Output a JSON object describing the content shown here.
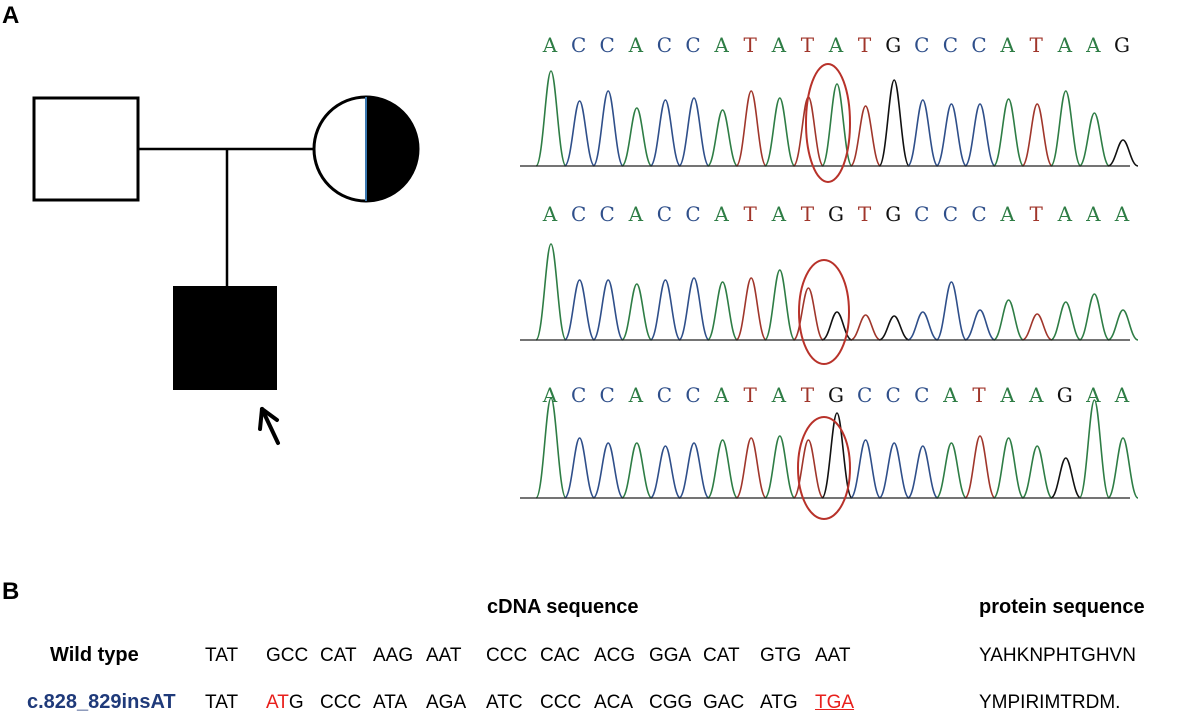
{
  "panels": {
    "a": "A",
    "b": "B"
  },
  "pedigree": {
    "colors": {
      "line": "#000000",
      "fill": "#000000",
      "divider": "#3b78b0"
    }
  },
  "chromatograms": {
    "colors": {
      "A": "#2e7d45",
      "C": "#2f4f8a",
      "G": "#111111",
      "T": "#a0362b",
      "highlight": "#b8322a"
    },
    "rows": [
      {
        "bases": [
          "A",
          "C",
          "C",
          "A",
          "C",
          "C",
          "A",
          "T",
          "A",
          "T",
          "A",
          "T",
          "G",
          "C",
          "C",
          "C",
          "A",
          "T",
          "A",
          "A",
          "G"
        ]
      },
      {
        "bases": [
          "A",
          "C",
          "C",
          "A",
          "C",
          "C",
          "A",
          "T",
          "A",
          "T",
          "G",
          "T",
          "G",
          "C",
          "C",
          "C",
          "A",
          "T",
          "A",
          "A",
          "A"
        ]
      },
      {
        "bases": [
          "A",
          "C",
          "C",
          "A",
          "C",
          "C",
          "A",
          "T",
          "A",
          "T",
          "G",
          "C",
          "C",
          "C",
          "A",
          "T",
          "A",
          "A",
          "G",
          "A",
          "A"
        ]
      }
    ]
  },
  "table": {
    "header_cdna": "cDNA sequence",
    "header_protein": "protein sequence",
    "rows": [
      {
        "label": "Wild type",
        "label_color": "#000000",
        "codons": [
          "TAT",
          "GCC",
          "CAT",
          "AAG",
          "AAT",
          "CCC",
          "CAC",
          "ACG",
          "GGA",
          "CAT",
          "GTG",
          "AAT"
        ],
        "protein": "YAHKNPHTGHVN"
      },
      {
        "label": "c.828_829insAT",
        "label_color": "#1f3a7a",
        "codons": [
          "TAT",
          "ATG",
          "CCC",
          "ATA",
          "AGA",
          "ATC",
          "CCC",
          "ACA",
          "CGG",
          "GAC",
          "ATG",
          "TGA"
        ],
        "protein": "YMPIRIMTRDM."
      }
    ]
  }
}
